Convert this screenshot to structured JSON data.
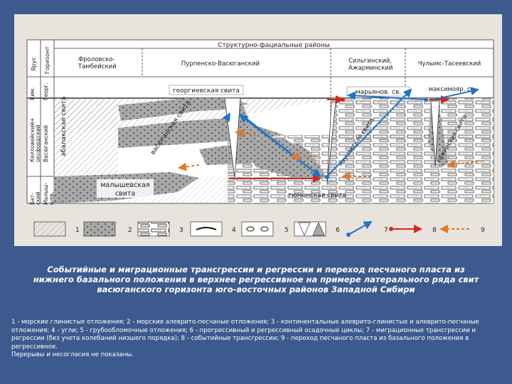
{
  "diagram": {
    "title": "Структурно-фациальные районы",
    "column_headers": {
      "stage": "Ярус",
      "horizon": "Горизонт"
    },
    "regions": [
      "Фроловско-\nТамбейский",
      "Пурпенско-Васюганский",
      "Сильгинский,\nАжарминский",
      "Чулымс-Тасеевский"
    ],
    "stages": [
      {
        "stage": "Ким.",
        "horizon": "Георг."
      },
      {
        "stage": "Келловейский+\nоксфордский",
        "horizon": "Васюганский"
      },
      {
        "stage": "Бат-\nский",
        "horizon": "Малыш-\nшев."
      }
    ],
    "suites": {
      "abalak": "абалакская свита",
      "georgiev": "георгиевская свита",
      "maryanov": "марьянов. св.",
      "maksimoyar": "максимояр. св.",
      "vasyugan": "васюганская свита",
      "naunak": "наунакская свита",
      "tyazhin": "тяжинская свита",
      "malyshev": "малышевская\nсвита",
      "tyumen": "тюменская свита"
    },
    "legend_numbers": [
      "1",
      "2",
      "3",
      "4",
      "5",
      "6",
      "7",
      "8",
      "9"
    ],
    "colors": {
      "sand_grey": "#a8a8a8",
      "blue_arrow": "#1e73c8",
      "red_arrow": "#d2281e",
      "orange_arrow": "#e07828"
    }
  },
  "caption": "Событийные и миграционные трансгрессии и регрессии и переход песчаного пласта из нижнего базального положения в верхнее регрессивное на примере латерального ряда свит васюганского горизонта юго-восточных районов Западной Сибири",
  "legend_description": "1 - морские глинистые отложения; 2 - морские алеврито-песчаные отложения; 3 - континентальные алеврито-глинистые и алеврито-песчаные отложения; 4 - угли; 5 - грубообломочные отложения; 6 - прогрессивный и регрессивный осадочные циклы; 7 - миграционные трансгрессии и регрессии (без учета колебаний низшего порядка); 8 - событийные трансгрессии; 9 - переход песчаного пласта из базального положения в регрессивное.",
  "legend_note": "Перерывы и несогласия не показаны."
}
